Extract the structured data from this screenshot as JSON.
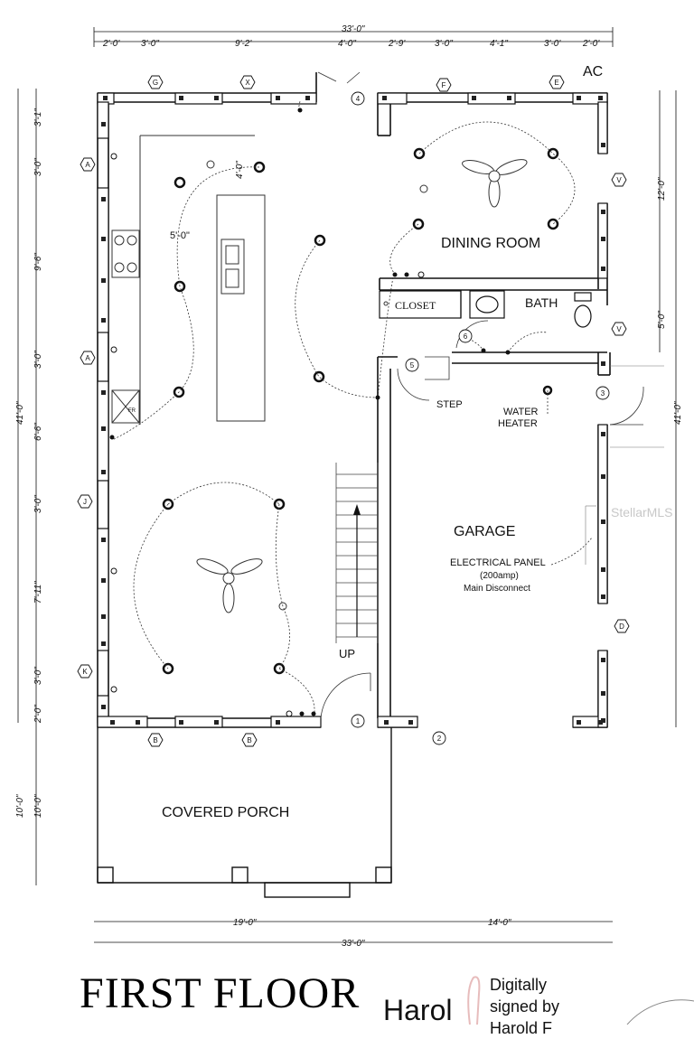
{
  "title": "FIRST FLOOR",
  "signature": {
    "name_fragment": "Harol",
    "lines": [
      "Digitally",
      "signed by",
      "Harold F"
    ]
  },
  "watermark": "StellarMLS",
  "rooms": {
    "dining_room": "DINING ROOM",
    "closet": "CLOSET",
    "bath": "BATH",
    "garage": "GARAGE",
    "covered_porch": "COVERED PORCH",
    "step": "STEP",
    "water_heater_line1": "WATER",
    "water_heater_line2": "HEATER",
    "electrical_panel": "ELECTRICAL PANEL",
    "panel_amp": "(200amp)",
    "panel_disconnect": "Main Disconnect",
    "stairs_up": "UP",
    "ac": "AC"
  },
  "dimensions": {
    "top_total": "33'-0\"",
    "top_segments": [
      "2'-0'",
      "3'-0\"",
      "9'-2'",
      "4'-0\"",
      "2'-9'",
      "3'-0\"",
      "4'-1\"",
      "3'-0'",
      "2'-0'"
    ],
    "left_segments": [
      "3'-1\"",
      "3'-0\"",
      "9'-6\"",
      "3'-0\"",
      "6'-6\"",
      "3'-0\"",
      "7'-11\"",
      "3'-0\"",
      "2'-0\""
    ],
    "left_total": "41'-0\"",
    "porch_depth": "10'-0\"",
    "right_segments": [
      "12'-0\"",
      "5'-0\""
    ],
    "right_total": "41'-0\"",
    "bottom_segments": [
      "19'-0\"",
      "14'-0\""
    ],
    "bottom_total": "33'-0\"",
    "kitchen_arc": "5'-0\"",
    "island": "4'-0\""
  },
  "window_tags": [
    "G",
    "X",
    "F",
    "E",
    "A",
    "A",
    "J",
    "K",
    "B",
    "B",
    "V",
    "V",
    "D"
  ],
  "door_tags": [
    "1",
    "2",
    "3",
    "4",
    "5",
    "6"
  ]
}
